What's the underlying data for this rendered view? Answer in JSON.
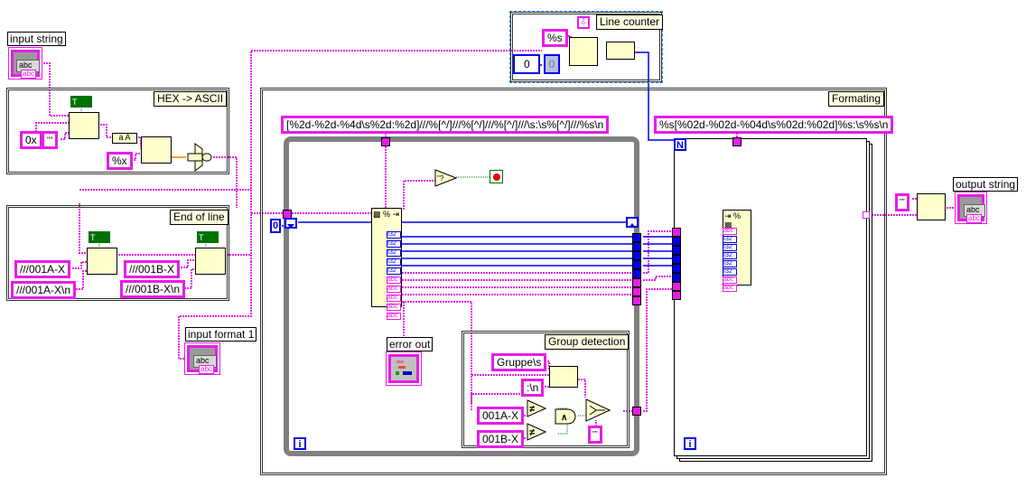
{
  "diagram": {
    "type": "LabVIEW block diagram",
    "colors": {
      "string_wire": "#e81ce8",
      "numeric_wire": "#0000e8",
      "boolean_wire": "#007000",
      "loop_border": "#808080",
      "node_fill": "#ffffcc"
    }
  },
  "controls": {
    "input_string": {
      "label": "input string",
      "type_tag": "abc"
    },
    "input_format_1": {
      "label": "input format 1",
      "type_tag": "abc"
    }
  },
  "indicators": {
    "output_string": {
      "label": "output string",
      "type_tag": "abc"
    },
    "error_out": {
      "label": "error out"
    }
  },
  "frames": {
    "hex_ascii": {
      "label": "HEX -> ASCII",
      "constants": [
        "0x",
        "\"\"",
        "%x"
      ],
      "bool_constant": "T"
    },
    "end_of_line": {
      "label": "End of line",
      "constants": [
        "///001A-X",
        "///001A-X\\n",
        "///001B-X",
        "///001B-X\\n"
      ],
      "bool_constant": "T"
    },
    "line_counter": {
      "label": "Line counter",
      "constants": [
        "%s",
        "0"
      ],
      "numeric_indicator": "0"
    },
    "formating": {
      "label": "Formating",
      "format_string": "%s[%02d-%02d-%04d\\s%02d:%02d]%s:\\s%s\\n",
      "for_loop_count": "N",
      "iteration": "i"
    },
    "while_loop": {
      "scan_format": "[%2d-%2d-%4d\\s%2d:%2d]///%[^/]///%[^/]///%[^/]///\\s:\\s%[^/]///%s\\n",
      "initial_value": "0",
      "iteration": "i",
      "outputs": [
        "I32",
        "I32",
        "I32",
        "I32",
        "I32",
        "abc",
        "abc",
        "abc",
        "abc",
        "abc"
      ]
    },
    "group_detection": {
      "label": "Group detection",
      "constants": [
        "Gruppe\\s",
        ":\\n",
        "001A-X",
        "001B-X",
        "\"\""
      ]
    },
    "output_concat": {
      "constant": "\"\""
    }
  },
  "format_node_inputs": [
    "abc",
    "I32",
    "I32",
    "I32",
    "I32",
    "I32",
    "abc",
    "abc"
  ]
}
